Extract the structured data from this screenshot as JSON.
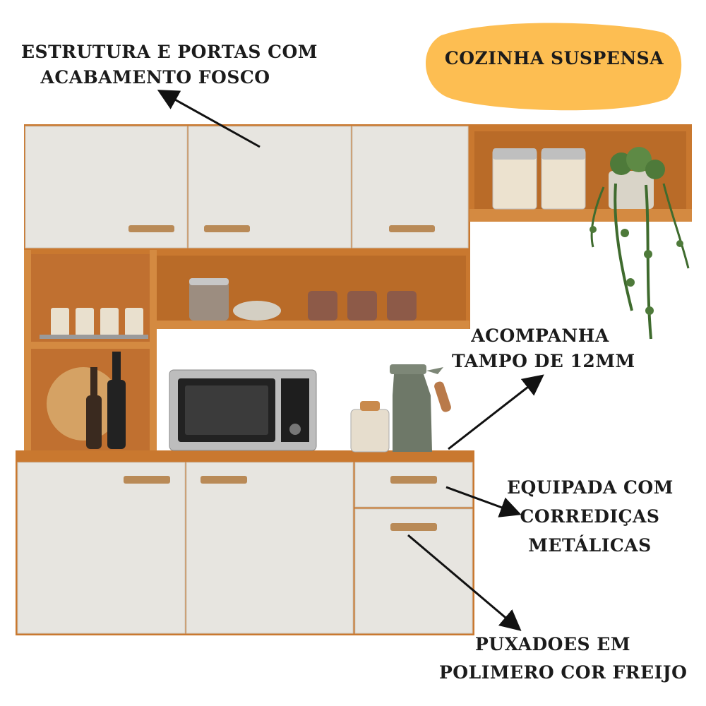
{
  "title_badge": {
    "text": "COZINHA SUSPENSA",
    "color": "#FDBE52"
  },
  "annotations": {
    "finish": {
      "line1": "ESTRUTURA E PORTAS COM",
      "line2": "ACABAMENTO FOSCO"
    },
    "top": {
      "line1": "ACOMPANHA",
      "line2": "TAMPO DE 12MM"
    },
    "slides": {
      "line1": "EQUIPADA COM",
      "line2": "CORREDIÇAS",
      "line3": "METÁLICAS"
    },
    "handles": {
      "line1": "PUXADOES EM",
      "line2": "POLIMERO COR FREIJO"
    }
  },
  "colors": {
    "wood": "#C9782F",
    "wood_dark": "#A65E22",
    "door": "#E7E5E0",
    "handle": "#B98A57",
    "arrow": "#111111"
  },
  "icons": [
    "arrow-icon",
    "microwave-icon",
    "kettle-icon",
    "plant-icon",
    "bottle-icon",
    "jar-icon",
    "mug-icon"
  ]
}
